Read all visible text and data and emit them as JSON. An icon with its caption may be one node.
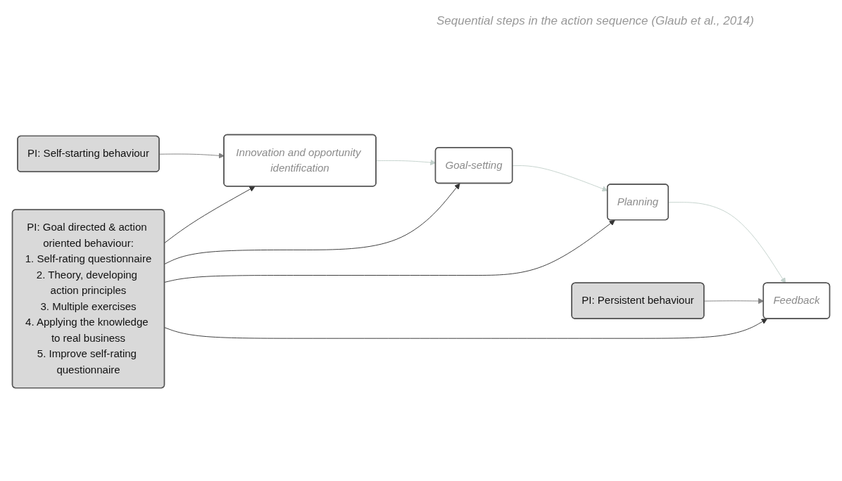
{
  "diagram": {
    "nodes": [
      {
        "text": [
          "PI: Self-starting behaviour"
        ]
      },
      {
        "text": [
          "Innovation and opportunity identification"
        ]
      },
      {
        "text": [
          "Goal-setting"
        ]
      },
      {
        "text": [
          "Planning"
        ]
      },
      {
        "text": [
          "Feedback"
        ]
      },
      {
        "text": [
          "PI: Persistent behaviour"
        ]
      },
      {
        "text": [
          "PI: Goal directed & action oriented behaviour:",
          "1. Self-rating questionnaire",
          "2. Theory, developing action principles",
          "3. Multiple exercises",
          "4. Applying the knowledge to real business",
          "5. Improve self-rating questionnaire"
        ]
      }
    ],
    "edges": [
      {
        "from": 0,
        "to": 1,
        "arrow": "to",
        "color": "#7f7f7f"
      },
      {
        "from": 1,
        "to": 2,
        "arrow": "to",
        "color": "#c3d1cc"
      },
      {
        "from": 2,
        "to": 3,
        "arrow": "to",
        "color": "#c3d1cc"
      },
      {
        "from": 3,
        "to": 4,
        "arrow": "to",
        "color": "#c3d1cc"
      },
      {
        "from": 5,
        "to": 4,
        "arrow": "to",
        "color": "#7f7f7f"
      },
      {
        "from": 6,
        "to": 1,
        "arrow": "to"
      },
      {
        "from": 6,
        "to": 2,
        "arrow": "to"
      },
      {
        "from": 6,
        "to": 3,
        "arrow": "to"
      },
      {
        "from": 6,
        "to": 4,
        "arrow": "to"
      }
    ],
    "labels": [
      "Sequential steps in the action sequence (Glaub et al., 2014)"
    ]
  }
}
